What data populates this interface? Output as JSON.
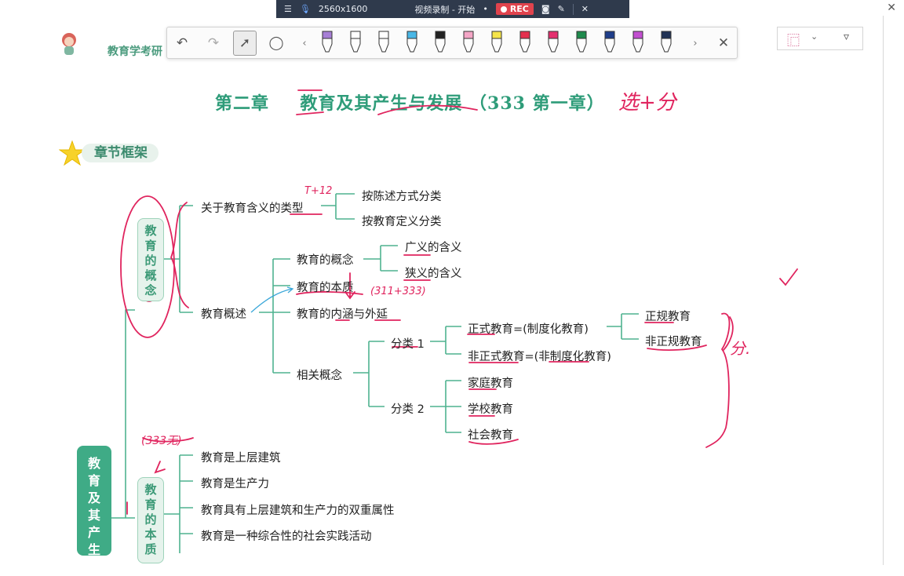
{
  "recorder": {
    "resolution": "2560x1600",
    "title": "视频录制 - 开始",
    "rec_label": "REC"
  },
  "brand": {
    "text": "教育学考研"
  },
  "document": {
    "title_chapter": "第二章",
    "title_main": "教育及其产生与发展",
    "title_paren": "（333 第一章）",
    "title_note": "选+分",
    "section_label": "章节框架",
    "concept_box": "教育的概念",
    "nature_box": "教育的本质",
    "root_box": "教育及其产生与",
    "branch_types": "关于教育含义的类型",
    "type_1": "按陈述方式分类",
    "type_2": "按教育定义分类",
    "overview": "教育概述",
    "concept": "教育的概念",
    "broad": "广义的含义",
    "narrow": "狭义的含义",
    "essence": "教育的本质",
    "connotation": "教育的内涵与外延",
    "related": "相关概念",
    "cls1": "分类 1",
    "cls2": "分类 2",
    "formal": "正式教育=(制度化教育)",
    "informal": "非正式教育=(非制度化教育)",
    "regular": "正规教育",
    "irregular": "非正规教育",
    "family": "家庭教育",
    "school": "学校教育",
    "social": "社会教育",
    "n1": "教育是上层建筑",
    "n2": "教育是生产力",
    "n3": "教育具有上层建筑和生产力的双重属性",
    "n4": "教育是一种综合性的社会实践活动",
    "hand_t12": "T+12",
    "hand_331": "(311+333)",
    "hand_333none": "(333无)",
    "hand_fen": "分.",
    "hand_check": "✓"
  },
  "colors": {
    "accent_green": "#2e9c79",
    "line_green": "#4fb28f",
    "ink_red": "#e0245e",
    "ink_blue": "#3aa7d9"
  }
}
